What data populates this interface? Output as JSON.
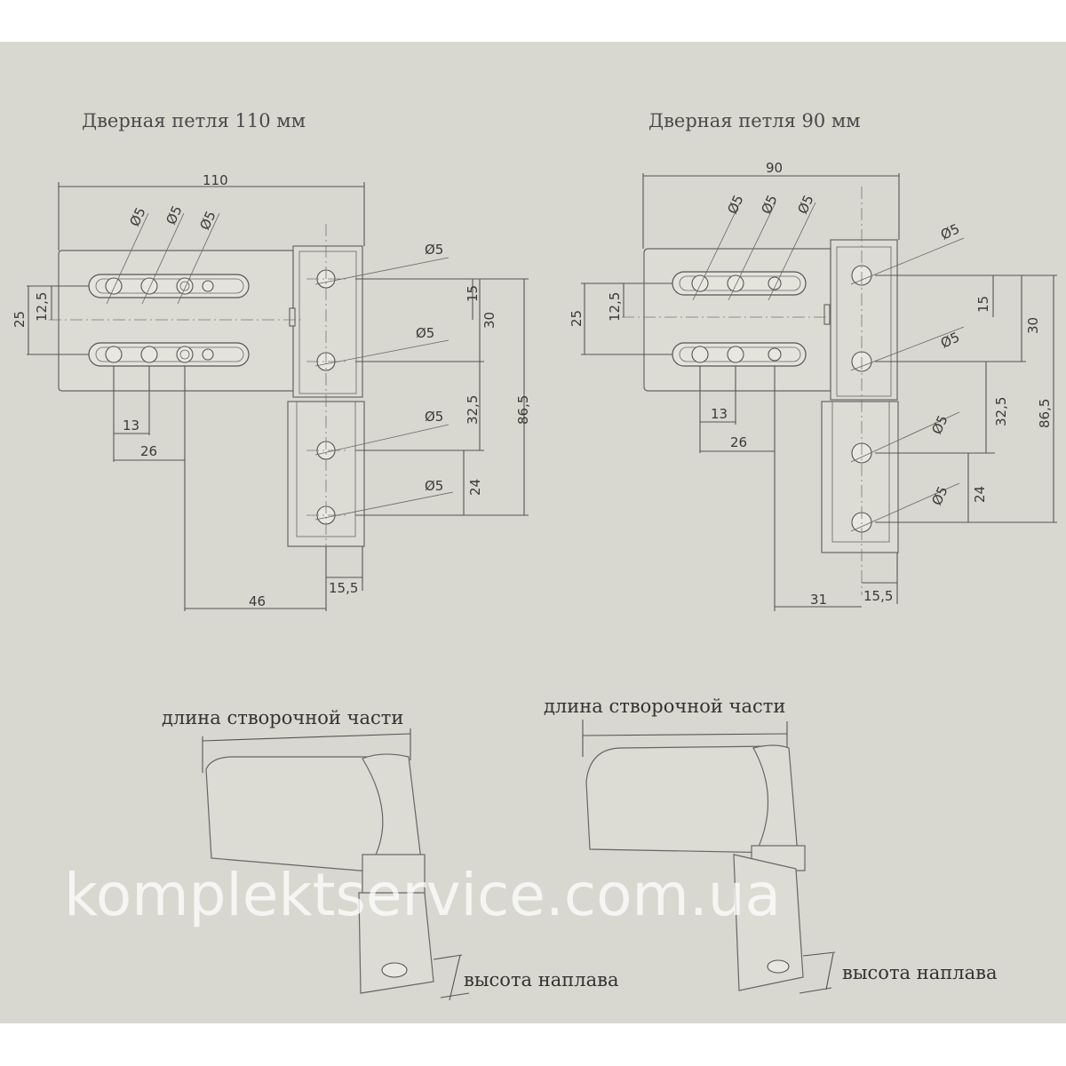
{
  "titles": {
    "left": "Дверная петля 110 мм",
    "right": "Дверная петля 90 мм"
  },
  "labels": {
    "sash_length": "длина створочной части",
    "overlap_height": "высота наплава"
  },
  "watermark": "komplektservice.com.ua",
  "dims_110": {
    "width": "110",
    "d1": "Ø5",
    "d2": "Ø5",
    "d3": "Ø5",
    "d_right1": "Ø5",
    "d_right2": "Ø5",
    "d_right3": "Ø5",
    "d_right4": "Ø5",
    "h25": "25",
    "h12_5": "12,5",
    "v15": "15",
    "v30": "30",
    "v32_5": "32,5",
    "v86_5": "86,5",
    "v24": "24",
    "h13": "13",
    "h26": "26",
    "h46": "46",
    "h15_5": "15,5"
  },
  "dims_90": {
    "width": "90",
    "d1": "Ø5",
    "d2": "Ø5",
    "d3": "Ø5",
    "d_right1": "Ø5",
    "d_right2": "Ø5",
    "d_right3": "Ø5",
    "d_right4": "Ø5",
    "h25": "25",
    "h12_5": "12,5",
    "v15": "15",
    "v30": "30",
    "v32_5": "32,5",
    "v86_5": "86,5",
    "v24": "24",
    "h13": "13",
    "h26": "26",
    "h31": "31",
    "h15_5": "15,5"
  }
}
